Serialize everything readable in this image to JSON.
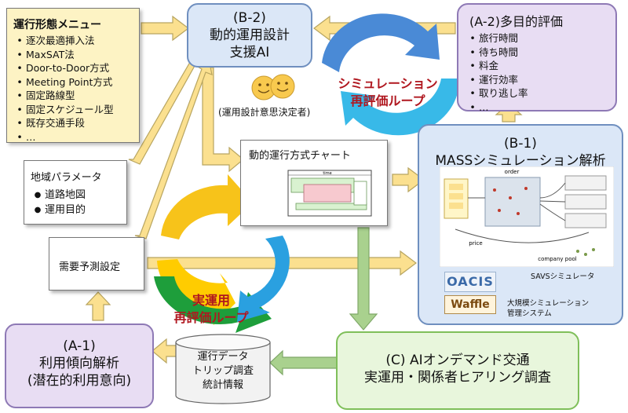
{
  "menu": {
    "title": "運行形態メニュー",
    "items": [
      "逐次最適挿入法",
      "MaxSAT法",
      "Door-to-Door方式",
      "Meeting Point方式",
      "固定路線型",
      "固定スケジュール型",
      "既存交通手段",
      "…"
    ]
  },
  "b2": {
    "line1": "(B-2)",
    "line2": "動的運用設計",
    "line3": "支援AI"
  },
  "a2": {
    "title": "(A-2)多目的評価",
    "items": [
      "旅行時間",
      "待ち時間",
      "料金",
      "運行効率",
      "取り逃し率",
      "…"
    ]
  },
  "decision_maker": "(運用設計意思決定者)",
  "sim_loop": {
    "line1": "シミュレーション",
    "line2": "再評価ループ"
  },
  "region": {
    "title": "地域パラメータ",
    "items": [
      "道路地図",
      "運用目的"
    ]
  },
  "chart_note": {
    "title": "動的運行方式チャート",
    "time_label": "time"
  },
  "b1": {
    "line1": "(B-1)",
    "line2": "MASSシミュレーション解析",
    "savs_label": "SAVSシミュレータ",
    "oacis": "OACIS",
    "waffle": "Waffle",
    "mgmt_line1": "大規模シミュレーション",
    "mgmt_line2": "管理システム",
    "diagram_labels": {
      "order": "order",
      "price": "price",
      "pool": "company pool"
    }
  },
  "demand": "需要予測設定",
  "real_loop": {
    "line1": "実運用",
    "line2": "再評価ループ"
  },
  "a1": {
    "line1": "(A-1)",
    "line2": "利用傾向解析",
    "line3": "(潜在的利用意向)"
  },
  "data_store": {
    "line1": "運行データ",
    "line2": "トリップ調査",
    "line3": "統計情報"
  },
  "c": {
    "line1": "(C) AIオンデマンド交通",
    "line2": "実運用・関係者ヒアリング調査"
  },
  "colors": {
    "arrow_fill": "#fbe08f",
    "arrow_stroke": "#b8a560",
    "green_arrow": "#a9d18e",
    "loop_red": "#b0171f",
    "purple_box": "#e8ddf3",
    "blue_box": "#dbe7f7",
    "green_box": "#e8f6dc"
  }
}
